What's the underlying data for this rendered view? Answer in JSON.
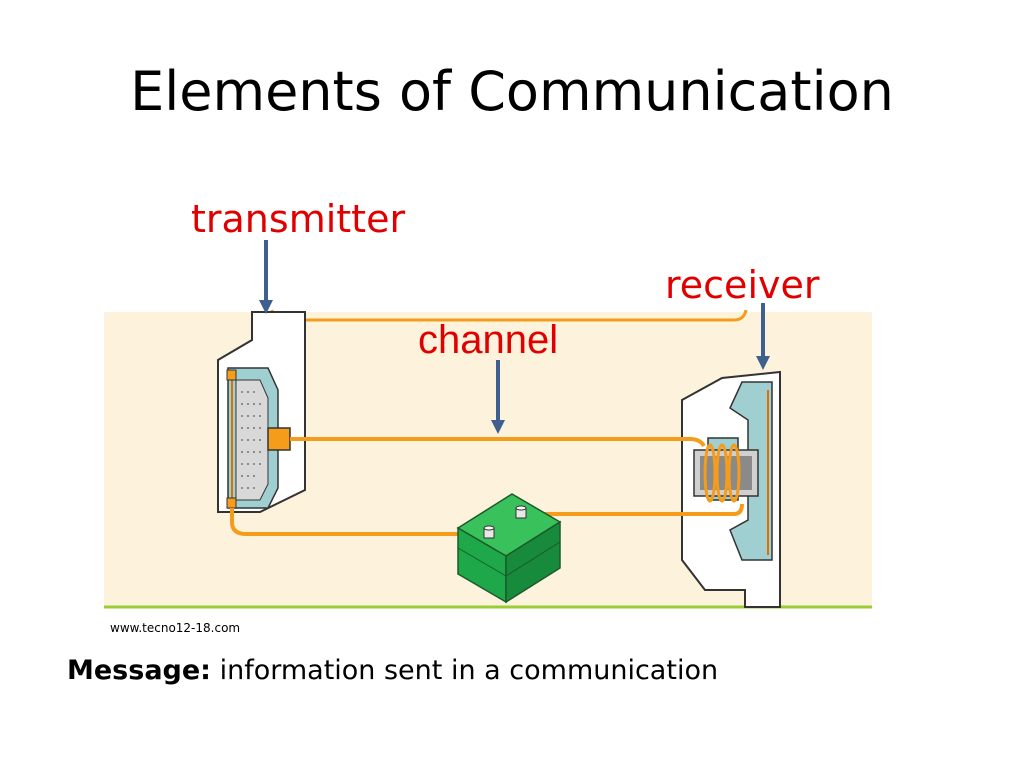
{
  "title": "Elements of Communication",
  "labels": {
    "transmitter": "transmitter",
    "receiver": "receiver",
    "channel": "channel"
  },
  "source": "www.tecno12-18.com",
  "message": {
    "term": "Message:",
    "definition": "information sent in a communication"
  },
  "colors": {
    "label": "#e00000",
    "arrow": "#3f5f8f",
    "wire": "#f59c1a",
    "background_panel": "#fdf2dc",
    "device_blue": "#9fcfd0",
    "battery": "#1fa84a",
    "ground_line": "#9acd32"
  }
}
